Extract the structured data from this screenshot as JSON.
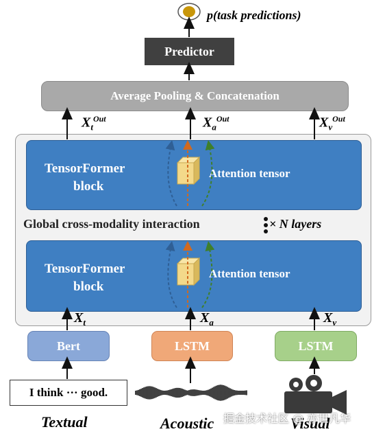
{
  "output": {
    "label": "p(task predictions)"
  },
  "predictor": {
    "label": "Predictor"
  },
  "pooling": {
    "label": "Average Pooling & Concatenation"
  },
  "out_labels": {
    "t_main": "X",
    "t_sub": "t",
    "t_sup": "Out",
    "a_main": "X",
    "a_sub": "a",
    "a_sup": "Out",
    "v_main": "X",
    "v_sub": "v",
    "v_sup": "Out"
  },
  "block_top": {
    "line1": "TensorFormer",
    "line2": "block",
    "attention": "Attention tensor"
  },
  "block_bottom": {
    "line1": "TensorFormer",
    "line2": "block",
    "attention": "Attention tensor"
  },
  "global": {
    "label": "Global cross-modality interaction",
    "layers": "× N layers"
  },
  "in_labels": {
    "t_main": "X",
    "t_sub": "t",
    "a_main": "X",
    "a_sub": "a",
    "v_main": "X",
    "v_sub": "v"
  },
  "encoders": {
    "textual": "Bert",
    "acoustic": "LSTM",
    "visual": "LSTM"
  },
  "text_input": "I think ··· good.",
  "modalities": {
    "textual": "Textual",
    "acoustic": "Acoustic",
    "visual": "Visual"
  },
  "watermark": "掘金技术社区 @ 亦世凡华",
  "colors": {
    "block_blue": "#3f7fc2",
    "bert_blue": "#8aa8d8",
    "lstm_orange": "#f0a878",
    "lstm_green": "#a7d08a",
    "predictor_dark": "#404040",
    "pooling_gray": "#a9a9a9",
    "cube_yellow": "#f3d98a",
    "arrow_blue": "#2f5f95",
    "arrow_orange": "#d2691e",
    "arrow_green": "#3f7f2a"
  },
  "icons": [
    "output-target-icon",
    "cube-icon",
    "audio-waveform-icon",
    "video-camera-icon",
    "vertical-dots-icon"
  ]
}
